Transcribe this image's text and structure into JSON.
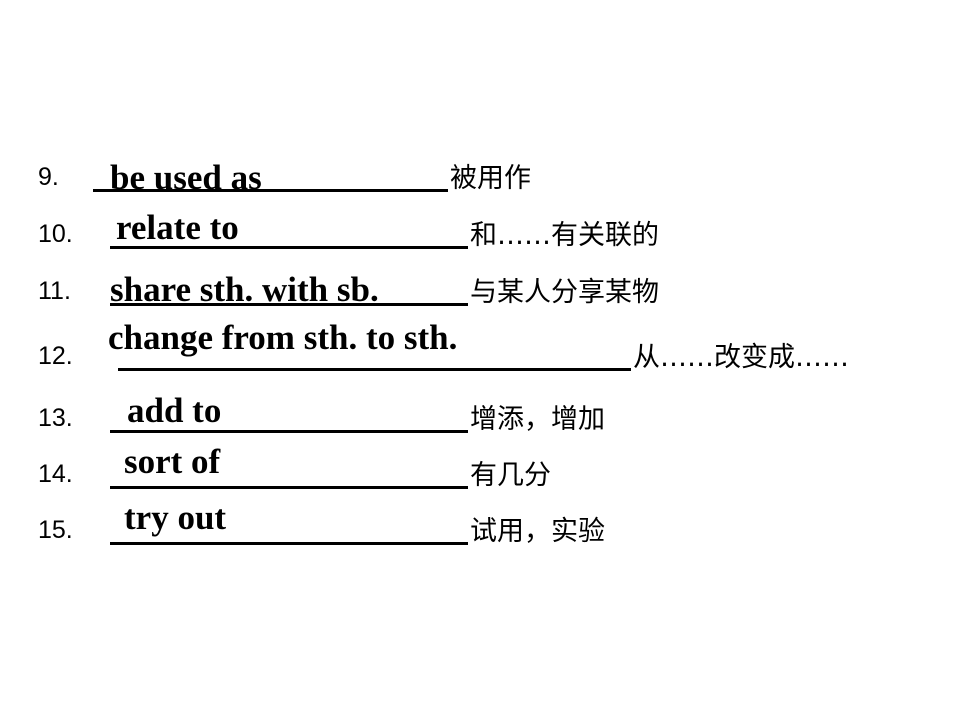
{
  "items": [
    {
      "number": "9.",
      "answer": "be used as",
      "meaning": "被用作"
    },
    {
      "number": "10.",
      "answer": "relate to",
      "meaning": "和……有关联的"
    },
    {
      "number": "11.",
      "answer": "share sth. with sb.",
      "meaning": "与某人分享某物"
    },
    {
      "number": "12.",
      "answer": "change from sth. to sth.",
      "meaning": "从……改变成……"
    },
    {
      "number": "13.",
      "answer": "add to",
      "meaning": "增添，增加"
    },
    {
      "number": "14.",
      "answer": "sort of",
      "meaning": "有几分"
    },
    {
      "number": "15.",
      "answer": "try out",
      "meaning": "试用，实验"
    }
  ]
}
